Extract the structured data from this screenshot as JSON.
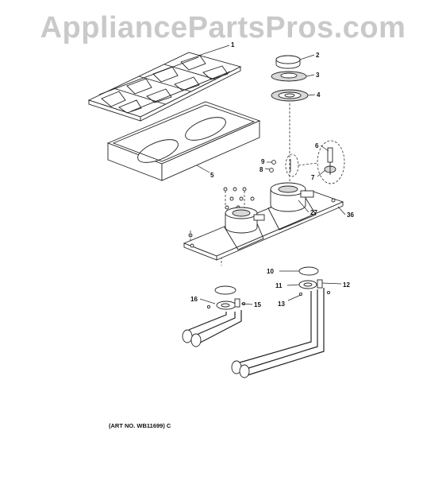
{
  "watermark": "AppliancePartsPros.com",
  "art_number": "(ART NO. WB11699) C",
  "callouts": {
    "c1": "1",
    "c2": "2",
    "c3": "3",
    "c4": "4",
    "c5": "5",
    "c6": "6",
    "c7": "7",
    "c8": "8",
    "c9": "9",
    "c10": "10",
    "c11": "11",
    "c12": "12",
    "c13": "13",
    "c15": "15",
    "c16": "16",
    "c27": "27",
    "c36": "36"
  }
}
